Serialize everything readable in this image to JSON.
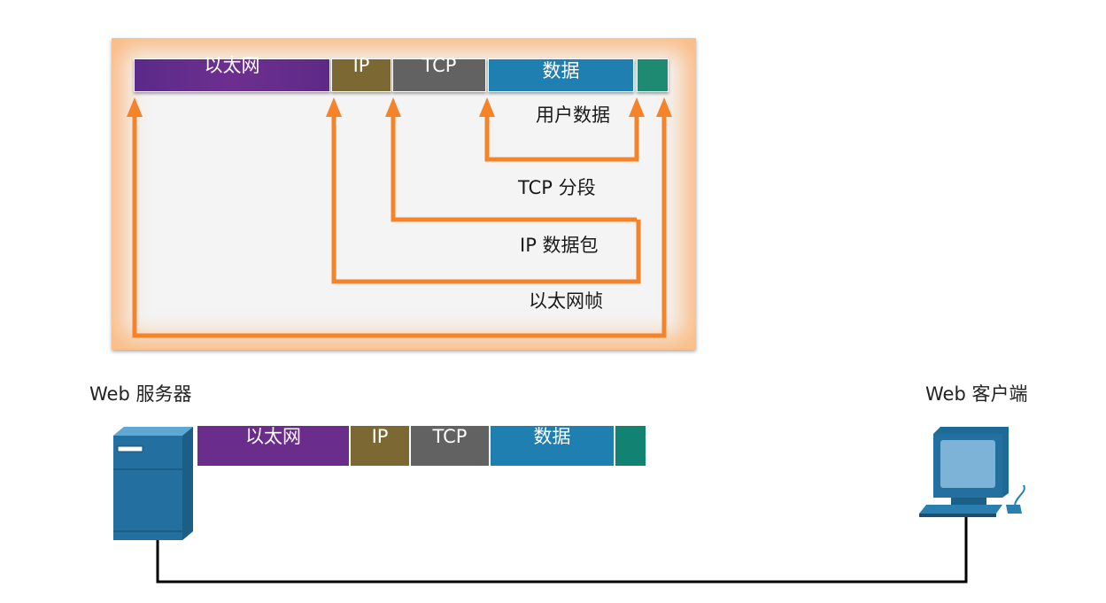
{
  "frame_header": {
    "segments": [
      {
        "key": "ethernet",
        "label": "以太网",
        "color": "#5e2f87"
      },
      {
        "key": "ip",
        "label": "IP",
        "color": "#7b6833"
      },
      {
        "key": "tcp",
        "label": "TCP",
        "color": "#606060"
      },
      {
        "key": "data",
        "label": "数据",
        "color": "#1f7fb0"
      },
      {
        "key": "trailer",
        "label": "",
        "color": "#1e8a72"
      }
    ]
  },
  "encapsulation_labels": {
    "user_data": "用户数据",
    "tcp_segment": "TCP 分段",
    "ip_packet": "IP 数据包",
    "ethernet_frame": "以太网帧"
  },
  "devices": {
    "server": {
      "label": "Web 服务器",
      "icon": "server-icon"
    },
    "client": {
      "label": "Web 客户端",
      "icon": "desktop-computer-icon"
    }
  },
  "colors": {
    "arrow": "#f5832a",
    "link": "#000000",
    "device": "#2370a0"
  }
}
